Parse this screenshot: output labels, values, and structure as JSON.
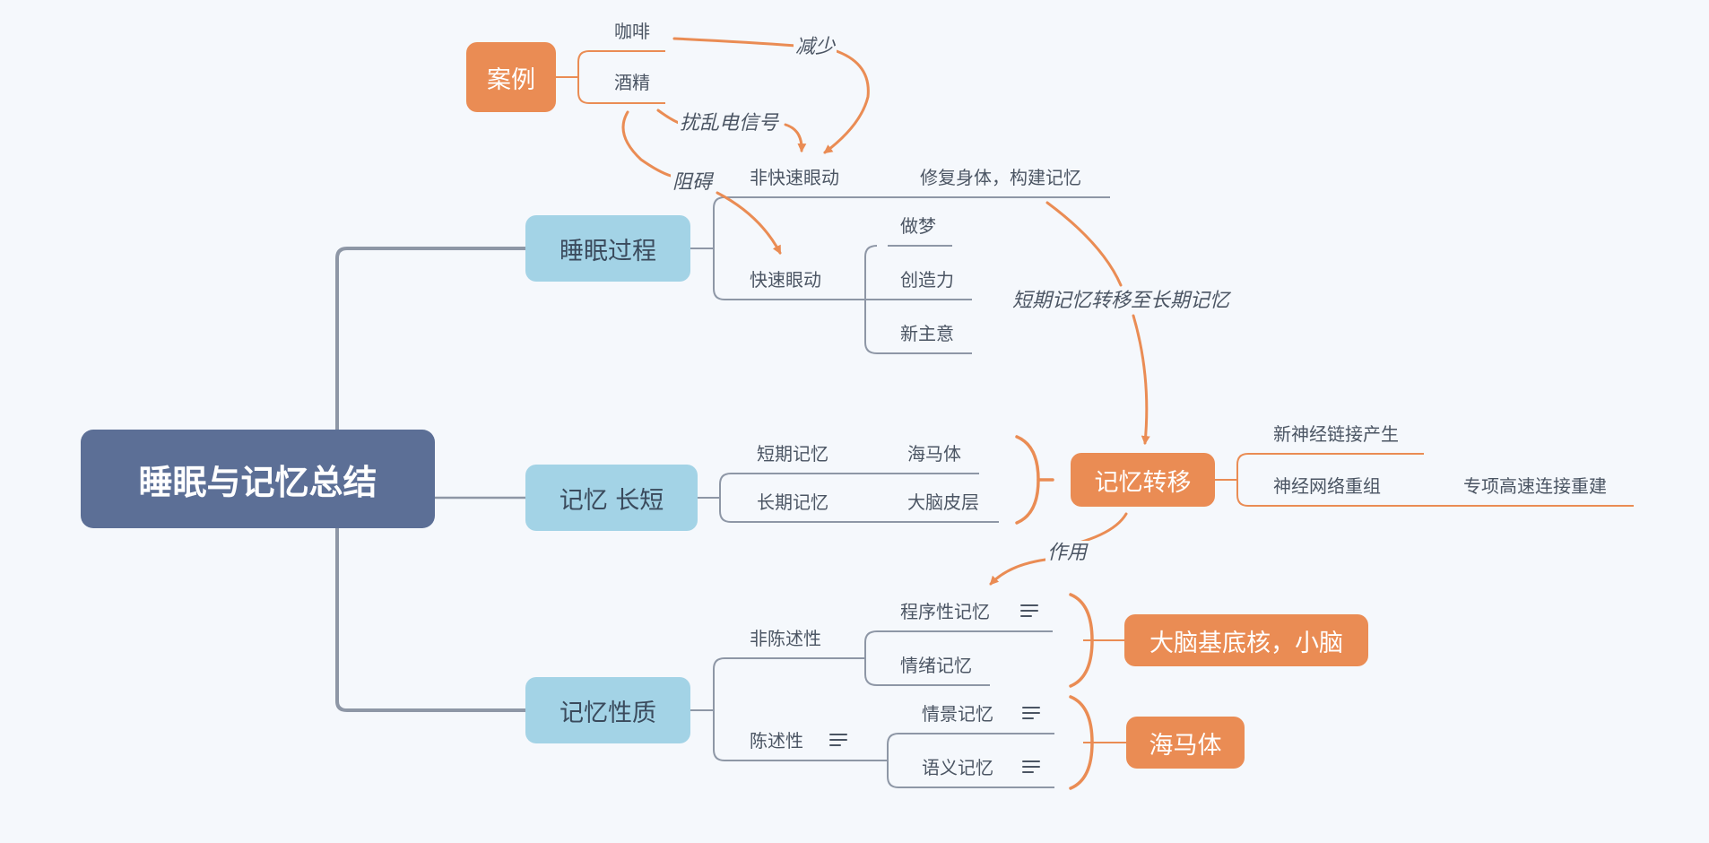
{
  "root": {
    "title": "睡眠与记忆总结"
  },
  "branches": {
    "sleep_process": {
      "label": "睡眠过程",
      "nrem": "非快速眼动",
      "nrem_function": "修复身体，构建记忆",
      "rem": "快速眼动",
      "rem_children": [
        "做梦",
        "创造力",
        "新主意"
      ]
    },
    "memory_duration": {
      "label": "记忆 长短",
      "short_term": "短期记忆",
      "short_term_region": "海马体",
      "long_term": "长期记忆",
      "long_term_region": "大脑皮层"
    },
    "memory_nature": {
      "label": "记忆性质",
      "non_declarative": "非陈述性",
      "procedural": "程序性记忆",
      "emotional": "情绪记忆",
      "declarative": "陈述性",
      "episodic": "情景记忆",
      "semantic": "语义记忆"
    }
  },
  "floating": {
    "case": {
      "label": "案例",
      "items": [
        "咖啡",
        "酒精"
      ]
    },
    "memory_transfer": {
      "label": "记忆转移",
      "items": [
        "新神经链接产生",
        "神经网络重组"
      ],
      "subitem": "专项高速连接重建"
    },
    "basal_ganglia": {
      "label": "大脑基底核，小脑"
    },
    "hippocampus": {
      "label": "海马体"
    }
  },
  "relations": {
    "reduce": "减少",
    "disrupt_signal": "扰乱电信号",
    "hinder": "阻碍",
    "short_to_long": "短期记忆转移至长期记忆",
    "effect": "作用"
  },
  "colors": {
    "root": "#5c6f96",
    "main_topic": "#a3d3e6",
    "floating_topic": "#ea8c54",
    "line": "#8e97a6",
    "relation": "#ea8c54",
    "background": "#f5f8fc"
  },
  "icons": {
    "note": "note-lines-icon"
  }
}
